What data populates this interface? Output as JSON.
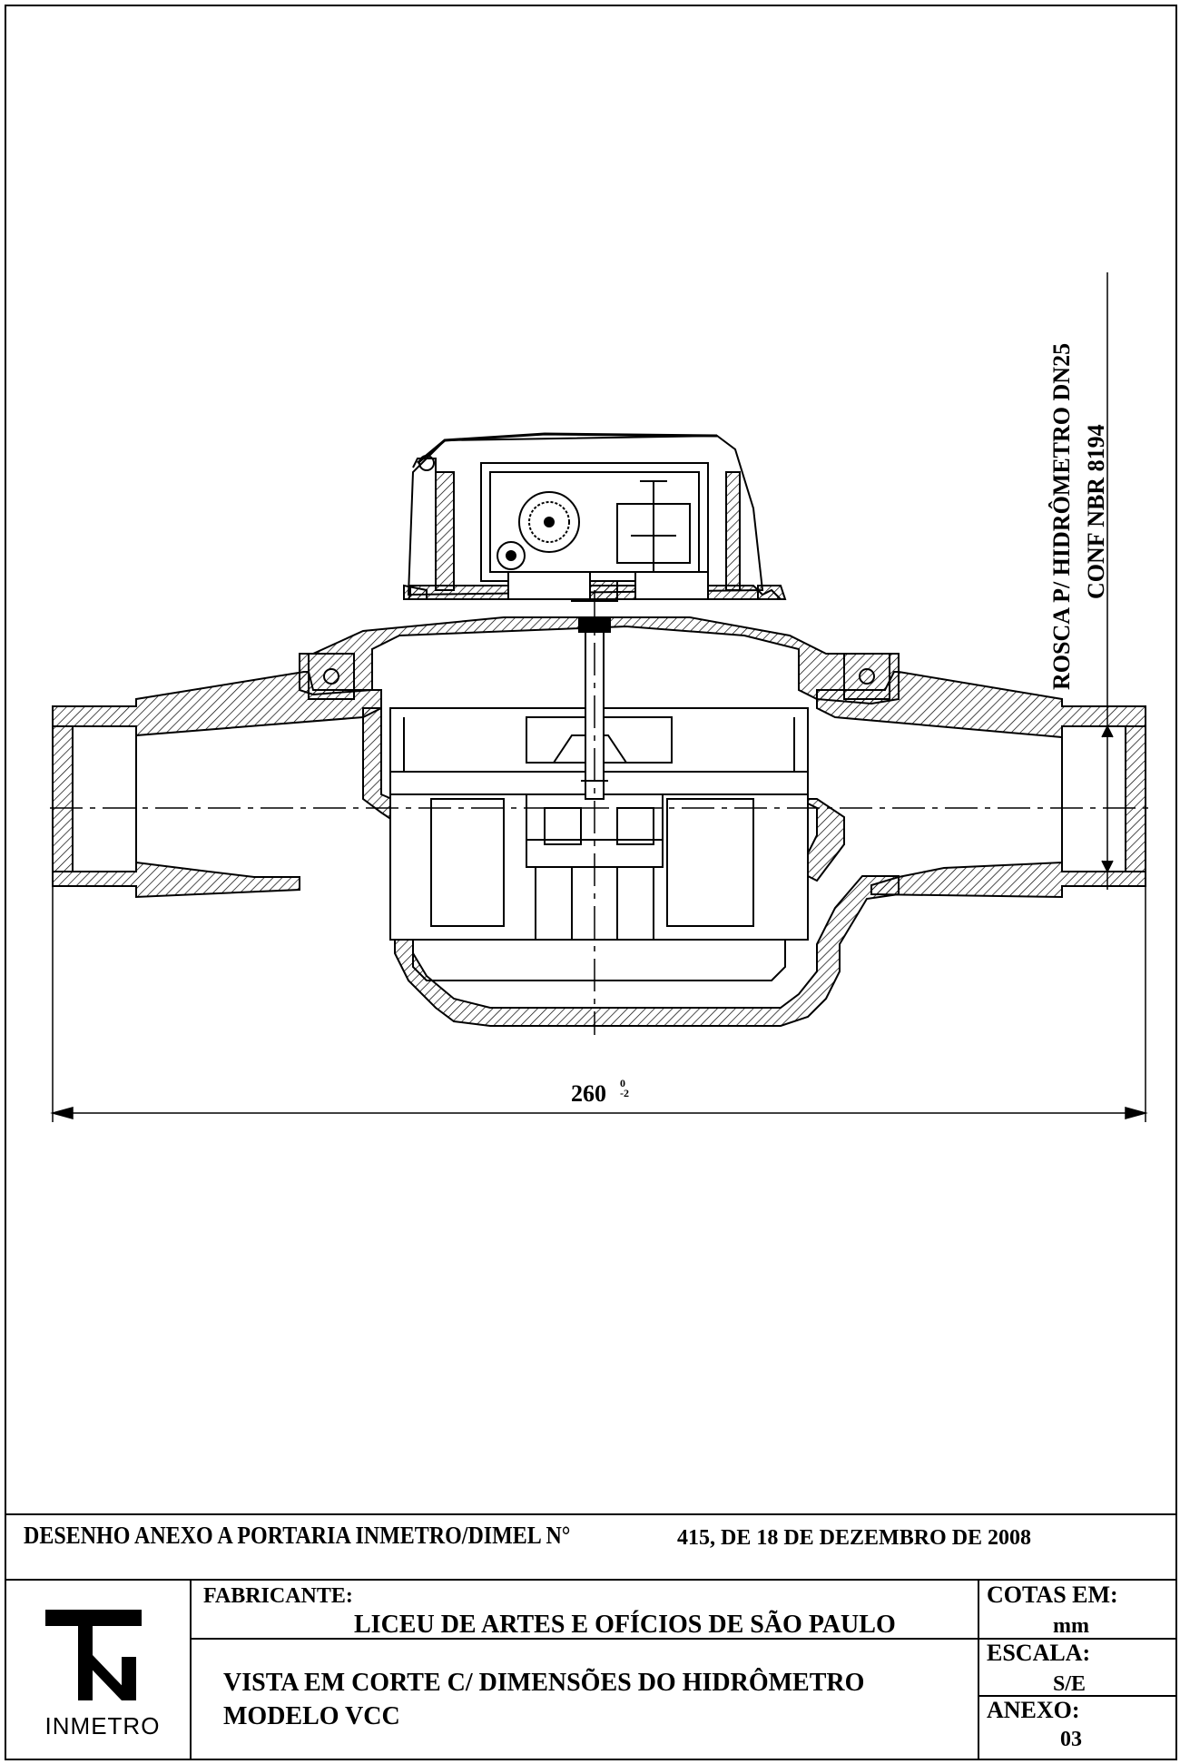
{
  "drawing": {
    "thread_note_line1": "ROSCA P/ HIDRÔMETRO DN25",
    "thread_note_line2": "CONF NBR 8194",
    "overall_length": "260",
    "overall_tolerance_upper": "0",
    "overall_tolerance_lower": "-2"
  },
  "title_block": {
    "header_label": "DESENHO ANEXO A PORTARIA INMETRO/DIMEL  N°",
    "header_number": "415, DE 18 DE DEZEMBRO DE 2008",
    "manufacturer_label": "FABRICANTE:",
    "manufacturer_name": "LICEU DE ARTES E OFÍCIOS DE SÃO PAULO",
    "description_line1": "VISTA EM CORTE C/ DIMENSÕES DO HIDRÔMETRO",
    "description_line2": "MODELO VCC",
    "units_label": "COTAS EM:",
    "units_value": "mm",
    "scale_label": "ESCALA:",
    "scale_value": "S/E",
    "annex_label": "ANEXO:",
    "annex_value": "03",
    "logo_text": "INMETRO"
  }
}
